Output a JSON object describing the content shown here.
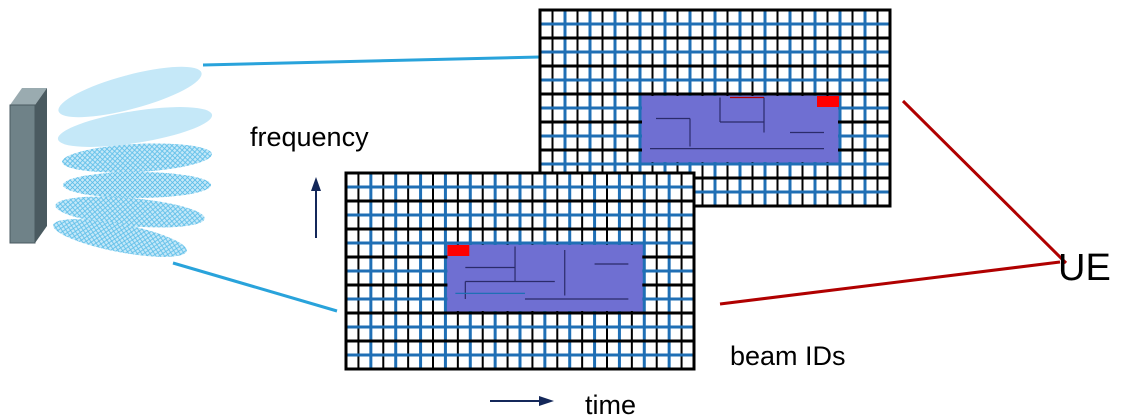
{
  "labels": {
    "frequency": "frequency",
    "time": "time",
    "beam_ids": "beam IDs",
    "ue": "UE"
  },
  "colors": {
    "panel_face": "#6f8288",
    "panel_side": "#4a5a60",
    "beam_fill": "#c5e8f8",
    "beam_hatch": "#5bbde8",
    "beam_link": "#29a3db",
    "grid_black": "#000000",
    "grid_blue": "#1f6fb5",
    "allocation": "#6f6fd2",
    "marker": "#ff0000",
    "ue_link": "#b00000",
    "axis_arrow": "#14285a"
  },
  "icons": {
    "antenna": "antenna-panel-icon",
    "frequency_arrow": "arrow-up-icon",
    "time_arrow": "arrow-right-icon"
  }
}
